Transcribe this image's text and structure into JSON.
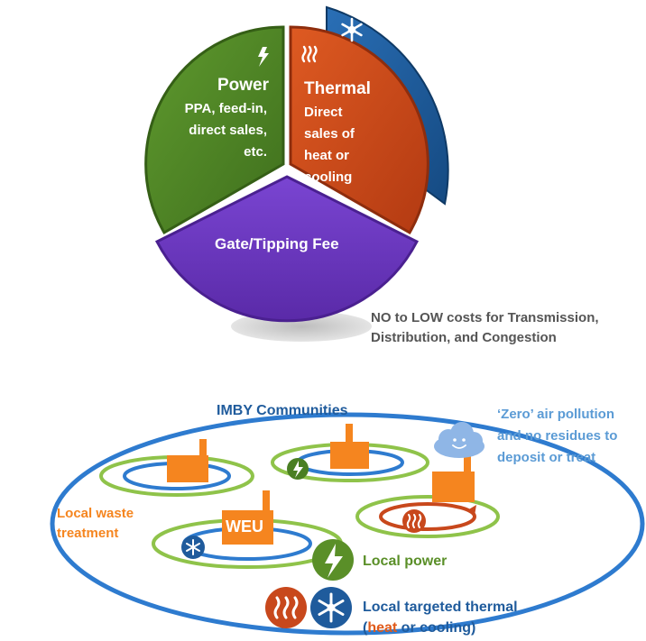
{
  "colors": {
    "power": "#4a7f23",
    "thermal": "#c8481c",
    "cooling": "#1f5b9c",
    "fee": "#6a37c0",
    "factory": "#f5851f",
    "blue_ring": "#2e7bcf",
    "green_ring": "#7fb23c",
    "red_ring": "#c8481c",
    "imby": "#1f5b9c",
    "air": "#5b9bd5",
    "waste": "#f5851f",
    "local_power": "#5a8f28",
    "thermal_text": "#1f5b9c",
    "heat_word": "#e05a1a"
  },
  "icons": {
    "power": "lightning-icon",
    "thermal": "heat-waves-icon",
    "cooling": "snowflake-icon",
    "air": "smiling-cloud-icon",
    "factory": "factory-icon"
  },
  "pie": {
    "power": {
      "title": "Power",
      "lines": [
        "PPA, feed-in,",
        "direct sales,",
        "etc."
      ]
    },
    "thermal": {
      "title": "Thermal",
      "lines": [
        "Direct",
        "sales of",
        "heat or",
        "cooling"
      ]
    },
    "fee": {
      "title": "Gate/Tipping Fee"
    }
  },
  "costs_note": {
    "line1": "NO to LOW costs for Transmission,",
    "line2": "Distribution, and Congestion"
  },
  "community": {
    "title": "IMBY Communities",
    "air": {
      "line1": "‘Zero’ air pollution",
      "line2": "and no residues to",
      "line3": "deposit or treat"
    },
    "waste": {
      "line1": "Local waste",
      "line2": "treatment"
    },
    "weu_label": "WEU",
    "local_power": "Local power",
    "thermal": {
      "line1": "Local targeted thermal",
      "open_paren": "(",
      "heat_word": "heat",
      "rest": " or cooling)"
    }
  }
}
